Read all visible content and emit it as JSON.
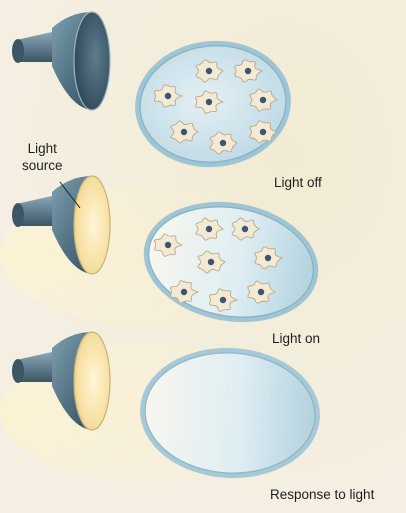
{
  "labels": {
    "light_source_line1": "Light",
    "light_source_line2": "source",
    "light_off": "Light off",
    "light_on": "Light on",
    "response": "Response to light"
  },
  "colors": {
    "background": "#f4efe2",
    "lamp_body": "#4f6f80",
    "lamp_dark": "#273e4c",
    "lamp_glow_on": "#f6dfa0",
    "dish_fill": "#cfe3ec",
    "dish_rim": "#9fc4d4",
    "amoeba_fill": "#f3ead4",
    "amoeba_nucleus": "#3e5470"
  },
  "panels": [
    {
      "lamp_state": "off",
      "amoeba_count": 8,
      "amoebas_shaded_side": "none"
    },
    {
      "lamp_state": "on",
      "amoeba_count": 8,
      "amoebas_shaded_side": "away from light"
    },
    {
      "lamp_state": "on",
      "amoeba_count": 0,
      "amoebas_shaded_side": "none"
    }
  ]
}
